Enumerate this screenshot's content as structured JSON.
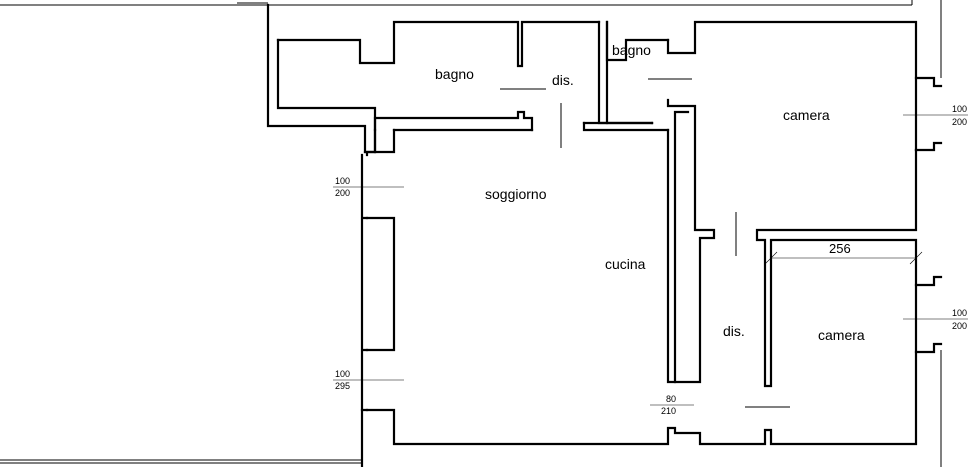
{
  "rooms": {
    "bagno_1": "bagno",
    "dis_1": "dis.",
    "bagno_2": "bagno",
    "camera_1": "camera",
    "soggiorno": "soggiorno",
    "cucina": "cucina",
    "dis_2": "dis.",
    "camera_2": "camera"
  },
  "openings": {
    "window_west_1": {
      "width": "100",
      "height": "200"
    },
    "window_west_2": {
      "width": "100",
      "height": "295"
    },
    "window_east_1": {
      "width": "100",
      "height": "200"
    },
    "window_east_2": {
      "width": "100",
      "height": "200"
    },
    "door_south": {
      "width": "80",
      "height": "210"
    }
  },
  "dimensions": {
    "camera_2_width": "256"
  }
}
